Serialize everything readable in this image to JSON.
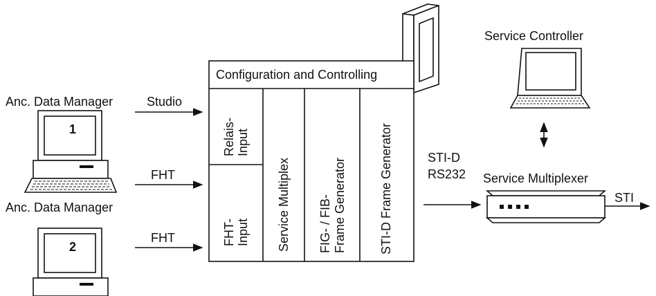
{
  "labels": {
    "anc_manager_1": "Anc. Data Manager",
    "anc_manager_2": "Anc. Data Manager",
    "pc1_number": "1",
    "pc2_number": "2",
    "studio": "Studio",
    "fht_1": "FHT",
    "fht_2": "FHT",
    "config": "Configuration and Controlling",
    "relais_1": "Relais-",
    "relais_2": "Input",
    "fht_input_1": "FHT-",
    "fht_input_2": "Input",
    "service_multiplex": "Service Multiplex",
    "fig_1": "FIG- / FIB-",
    "fig_2": "Frame Generator",
    "sti_d_frame": "STI-D Frame Generator",
    "sti_d": "STI-D",
    "rs232": "RS232",
    "service_controller": "Service Controller",
    "service_multiplexer": "Service Multiplexer",
    "sti": "STI"
  }
}
